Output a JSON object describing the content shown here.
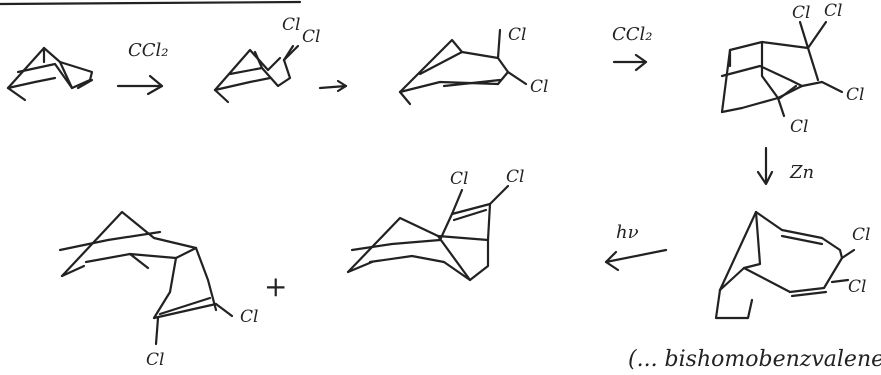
{
  "scheme": {
    "reagents": {
      "carbene_1": "CCl₂",
      "carbene_2": "CCl₂",
      "zinc": "Zn",
      "light": "hν"
    },
    "plus_sign": "+",
    "substituent": "Cl",
    "bottom_note": "(... bishomobenzvalene ...)"
  },
  "colors": {
    "ink": "#222222",
    "paper": "#ffffff"
  }
}
